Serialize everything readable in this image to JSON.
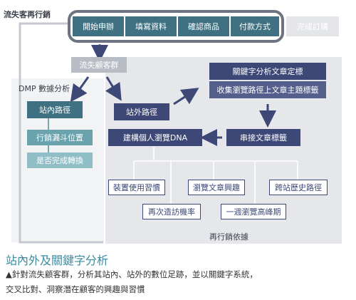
{
  "top_label": "流失客再行銷",
  "process_steps": [
    "開始申辦",
    "填寫資料",
    "確認商品",
    "付款方式"
  ],
  "process_final": "完成訂購",
  "lost_group": "流失顧客群",
  "dmp_label": "DMP 數據分析",
  "onsite_path": "站內路徑",
  "funnel_position": "行銷漏斗位置",
  "conversion_done": "是否完成轉換",
  "offsite_path": "站外路徑",
  "keyword_analysis": "關鍵字分析文章定標",
  "collect_tags": "收集瀏覽路徑上文章主題標籤",
  "link_tags": "串接文章標籤",
  "build_dna": "建構個人瀏覽DNA",
  "leaf_device": "裝置使用習慣",
  "leaf_interest": "瀏覽文章興趣",
  "leaf_crosssite": "跨站歷史路徑",
  "leaf_revisit": "再次造訪機率",
  "leaf_peak": "一週瀏覽高峰期",
  "remarketing_basis": "再行銷依據",
  "caption_title": "站內外及關鍵字分析",
  "caption_line1": "▲針對流失顧客群，分析其站內、站外的數位足跡，並以關鍵字系統，",
  "caption_line2": "交叉比對、洞察潛在顧客的興趣與習慣",
  "colors": {
    "navy": "#3d4876",
    "teal": "#3f7182",
    "caption": "#3a8ba0",
    "panel": "#e6e7eb"
  }
}
